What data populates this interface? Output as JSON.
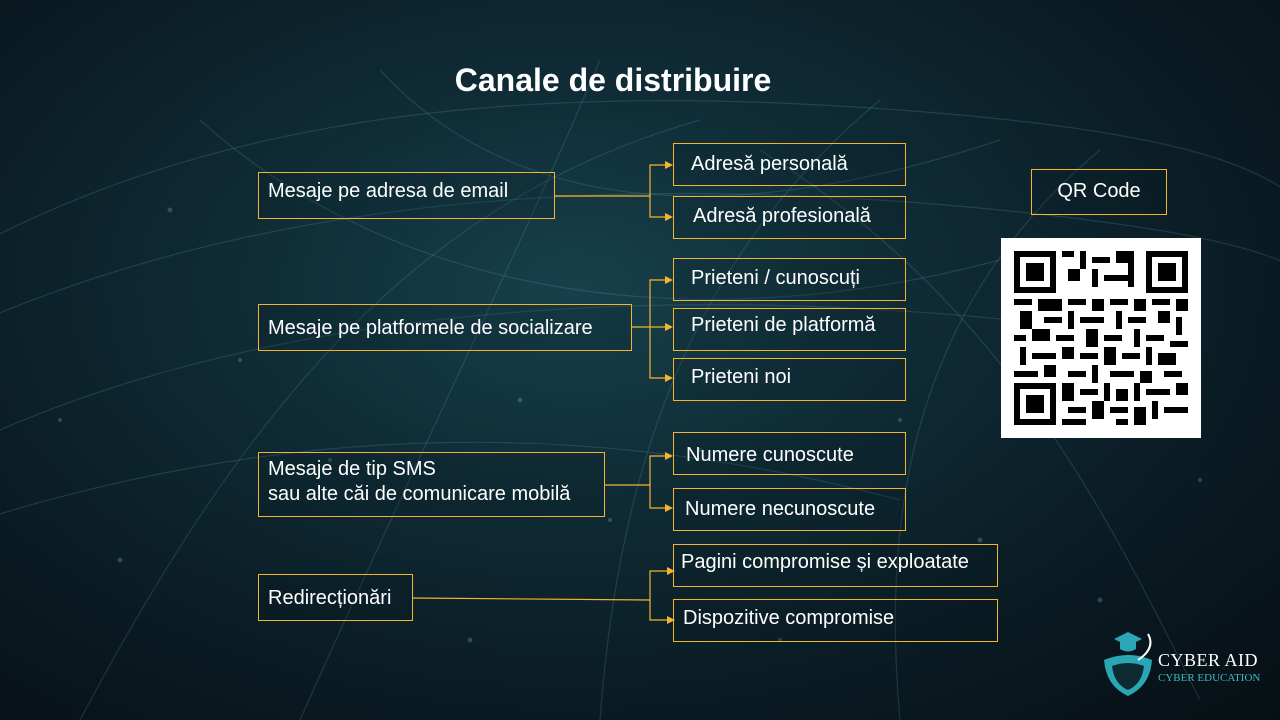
{
  "title": "Canale de distribuire",
  "categories": [
    {
      "label": "Mesaje pe adresa de email",
      "items": [
        "Adresă personală",
        "Adresă profesională"
      ]
    },
    {
      "label": "Mesaje pe platformele de socializare",
      "items": [
        "Prieteni / cunoscuți",
        "Prieteni de platformă",
        "Prieteni noi"
      ]
    },
    {
      "label_line1": "Mesaje de tip SMS",
      "label_line2": "sau alte căi de comunicare mobilă",
      "items": [
        "Numere cunoscute",
        "Numere necunoscute"
      ]
    },
    {
      "label": "Redirecționări",
      "items": [
        "Pagini compromise și exploatate",
        "Dispozitive compromise"
      ]
    }
  ],
  "qr": {
    "label": "QR Code"
  },
  "logo": {
    "name": "CYBER AID",
    "tagline": "CYBER EDUCATION"
  },
  "colors": {
    "border": "#f2b52d",
    "text": "#ffffff",
    "background": "#0f2b35",
    "logo_accent": "#3fb8c4"
  }
}
